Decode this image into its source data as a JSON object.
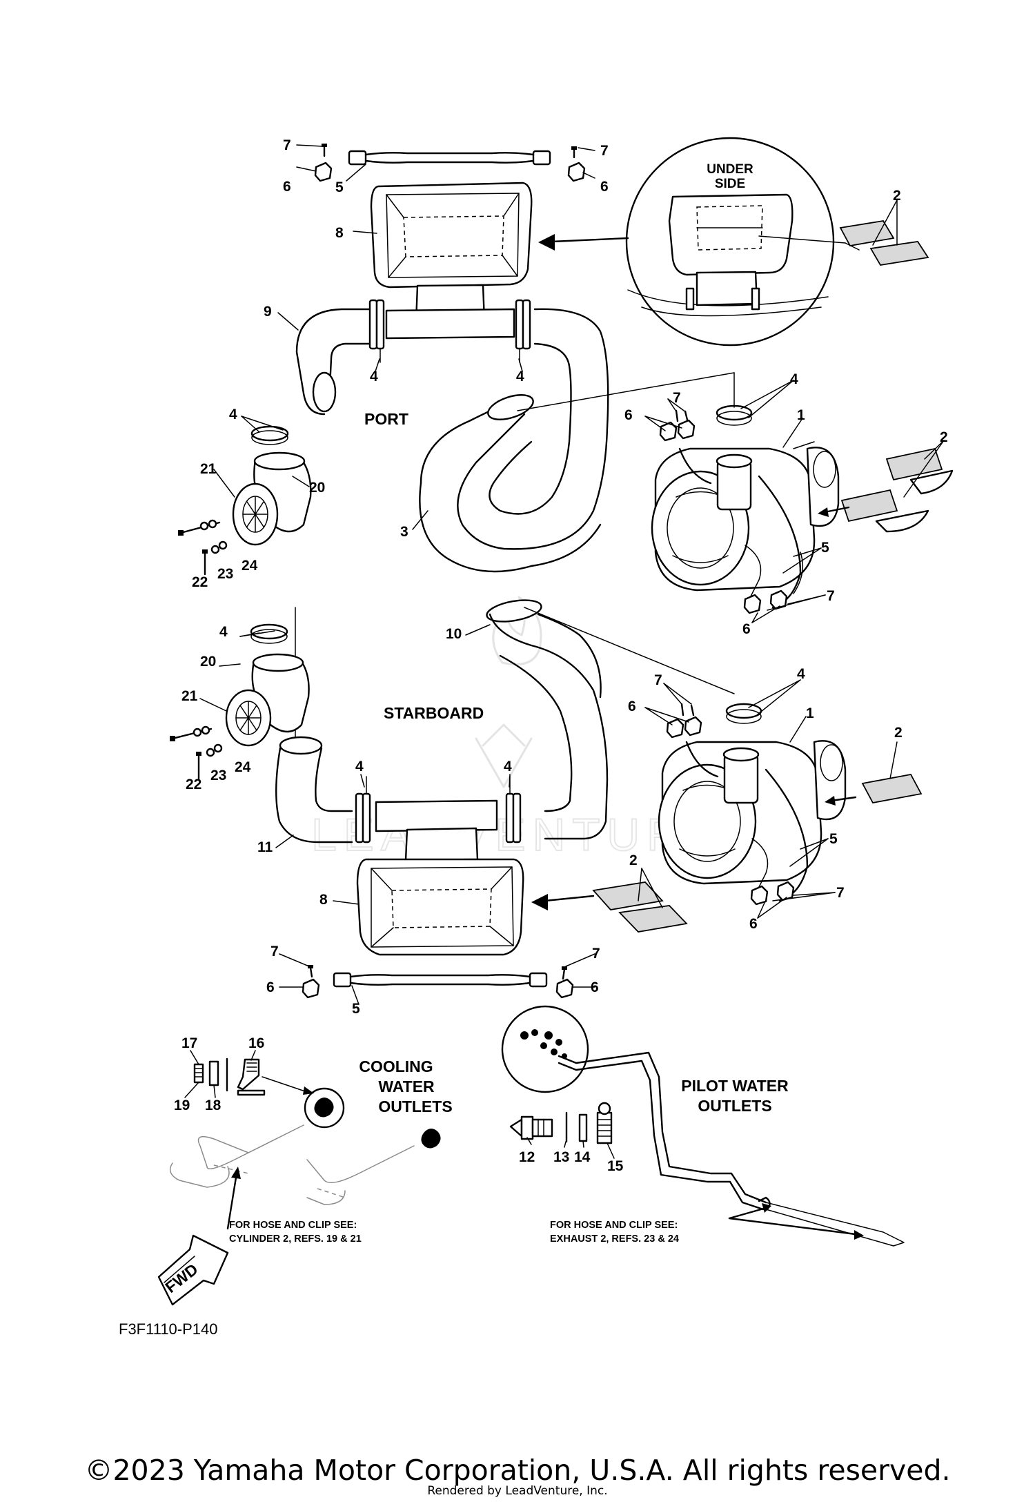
{
  "diagram": {
    "labels": {
      "underside_1": "UNDER",
      "underside_2": "SIDE",
      "port": "PORT",
      "starboard": "STARBOARD",
      "cooling_1": "COOLING",
      "cooling_2": "WATER",
      "cooling_3": "OUTLETS",
      "pilot_1": "PILOT WATER",
      "pilot_2": "OUTLETS",
      "cool_note_1": "FOR HOSE AND CLIP SEE:",
      "cool_note_2": "CYLINDER 2, REFS. 19 & 21",
      "pilot_note_1": "FOR HOSE AND CLIP SEE:",
      "pilot_note_2": "EXHAUST 2, REFS. 23 & 24",
      "fwd": "FWD",
      "diagram_code": "F3F1110-P140",
      "watermark": "LEADVENTURE"
    },
    "callouts": {
      "n1": "1",
      "n2": "2",
      "n3": "3",
      "n4": "4",
      "n5": "5",
      "n6": "6",
      "n7": "7",
      "n8": "8",
      "n9": "9",
      "n10": "10",
      "n11": "11",
      "n12": "12",
      "n13": "13",
      "n14": "14",
      "n15": "15",
      "n16": "16",
      "n17": "17",
      "n18": "18",
      "n19": "19",
      "n20": "20",
      "n21": "21",
      "n22": "22",
      "n23": "23",
      "n24": "24"
    }
  },
  "footer": {
    "copyright": "©2023 Yamaha Motor Corporation, U.S.A. All rights reserved.",
    "rendered_by": "Rendered by LeadVenture, Inc."
  }
}
